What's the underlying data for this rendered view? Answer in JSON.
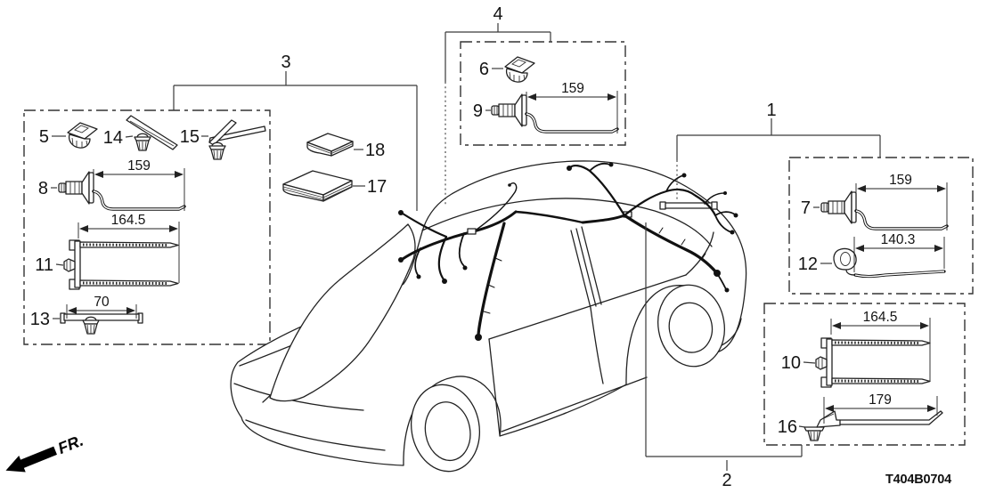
{
  "drawing_code": "T404B0704",
  "front_marker": "FR.",
  "group_labels": {
    "g1": "1",
    "g2": "2",
    "g3": "3",
    "g4": "4"
  },
  "part_labels": {
    "p5": "5",
    "p6": "6",
    "p7": "7",
    "p8": "8",
    "p9": "9",
    "p10": "10",
    "p11": "11",
    "p12": "12",
    "p13": "13",
    "p14": "14",
    "p15": "15",
    "p16": "16",
    "p17": "17",
    "p18": "18"
  },
  "dimensions": {
    "d7": "159",
    "d8": "159",
    "d9": "159",
    "d10": "164.5",
    "d11": "164.5",
    "d12": "140.3",
    "d13": "70",
    "d16": "179"
  },
  "parts": [
    {
      "callout": "1",
      "kind": "group-box",
      "contains": [
        "7",
        "12"
      ]
    },
    {
      "callout": "2",
      "kind": "group-box",
      "contains": [
        "10",
        "16"
      ]
    },
    {
      "callout": "3",
      "kind": "group-box",
      "contains": [
        "5",
        "8",
        "11",
        "13",
        "14",
        "15"
      ]
    },
    {
      "callout": "4",
      "kind": "group-box",
      "contains": [
        "6",
        "9"
      ]
    },
    {
      "callout": "5",
      "kind": "roof-clip"
    },
    {
      "callout": "6",
      "kind": "roof-clip"
    },
    {
      "callout": "7",
      "kind": "push-pin-cable-tie",
      "dim_mm": "159"
    },
    {
      "callout": "8",
      "kind": "push-pin-cable-tie",
      "dim_mm": "159"
    },
    {
      "callout": "9",
      "kind": "push-pin-cable-tie",
      "dim_mm": "159"
    },
    {
      "callout": "10",
      "kind": "double-cable-tie-clip",
      "dim_mm": "164.5"
    },
    {
      "callout": "11",
      "kind": "double-cable-tie-clip",
      "dim_mm": "164.5"
    },
    {
      "callout": "12",
      "kind": "hook-clip-with-strap",
      "dim_mm": "140.3"
    },
    {
      "callout": "13",
      "kind": "bar-clip",
      "dim_mm": "70"
    },
    {
      "callout": "14",
      "kind": "blade-clip"
    },
    {
      "callout": "15",
      "kind": "cross-blade-clip"
    },
    {
      "callout": "16",
      "kind": "rod-bracket-clip",
      "dim_mm": "179"
    },
    {
      "callout": "17",
      "kind": "pad-large"
    },
    {
      "callout": "18",
      "kind": "pad-small"
    }
  ]
}
